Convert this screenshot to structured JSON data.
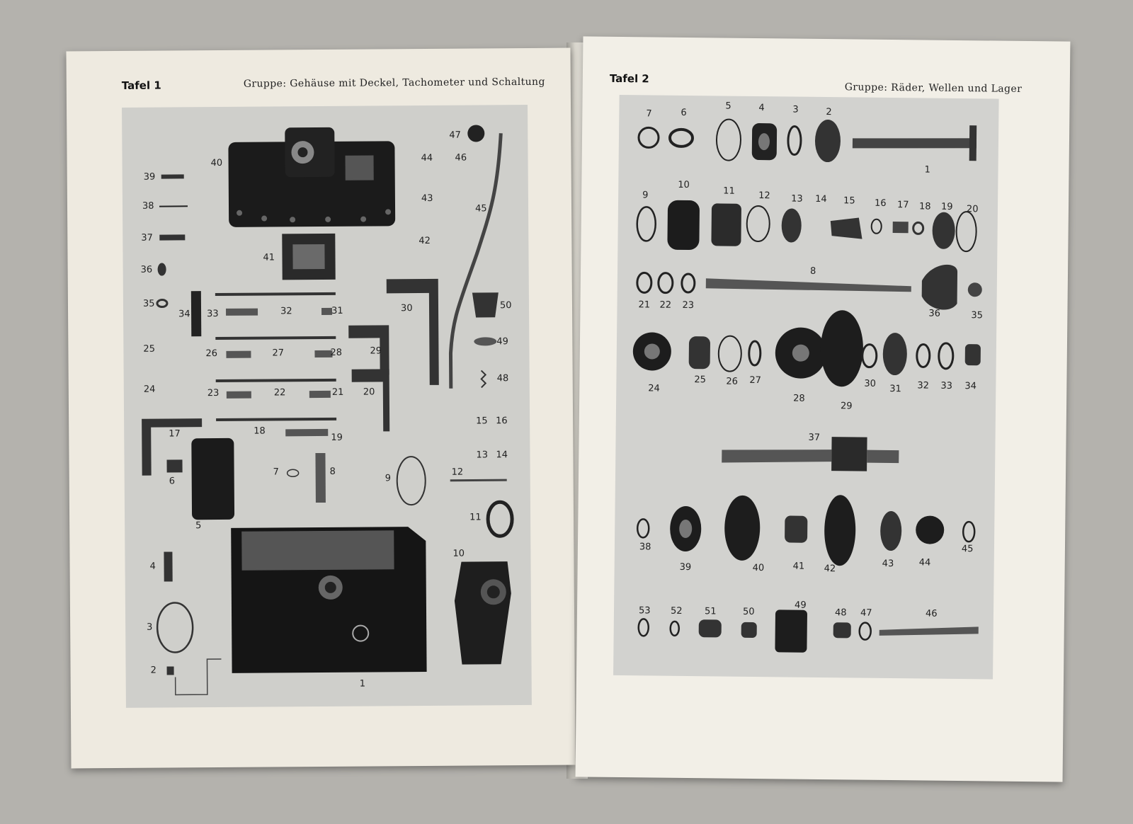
{
  "left_page": {
    "plate": "Tafel 1",
    "group": "Gruppe: Gehäuse mit Deckel, Tachometer und Schaltung",
    "callouts": [
      "1",
      "2",
      "3",
      "4",
      "5",
      "6",
      "7",
      "8",
      "9",
      "10",
      "11",
      "12",
      "13",
      "14",
      "15",
      "16",
      "17",
      "18",
      "19",
      "20",
      "21",
      "22",
      "23",
      "24",
      "25",
      "26",
      "27",
      "28",
      "29",
      "30",
      "31",
      "32",
      "33",
      "34",
      "35",
      "36",
      "37",
      "38",
      "39",
      "40",
      "41",
      "42",
      "43",
      "44",
      "45",
      "46",
      "47",
      "48",
      "49",
      "50"
    ]
  },
  "right_page": {
    "plate": "Tafel 2",
    "group": "Gruppe: Räder, Wellen und Lager",
    "callouts": [
      "1",
      "2",
      "3",
      "4",
      "5",
      "6",
      "7",
      "8",
      "9",
      "10",
      "11",
      "12",
      "13",
      "14",
      "15",
      "16",
      "17",
      "18",
      "19",
      "20",
      "21",
      "22",
      "23",
      "24",
      "25",
      "26",
      "27",
      "28",
      "29",
      "30",
      "31",
      "32",
      "33",
      "34",
      "35",
      "36",
      "37",
      "38",
      "39",
      "40",
      "41",
      "42",
      "43",
      "44",
      "45",
      "46",
      "47",
      "48",
      "49",
      "50",
      "51",
      "52",
      "53"
    ]
  },
  "colors": {
    "background": "#b4b2ad",
    "paper": "#eeeae0",
    "plate": "#cfcfcb",
    "ink": "#1a1a1a"
  }
}
